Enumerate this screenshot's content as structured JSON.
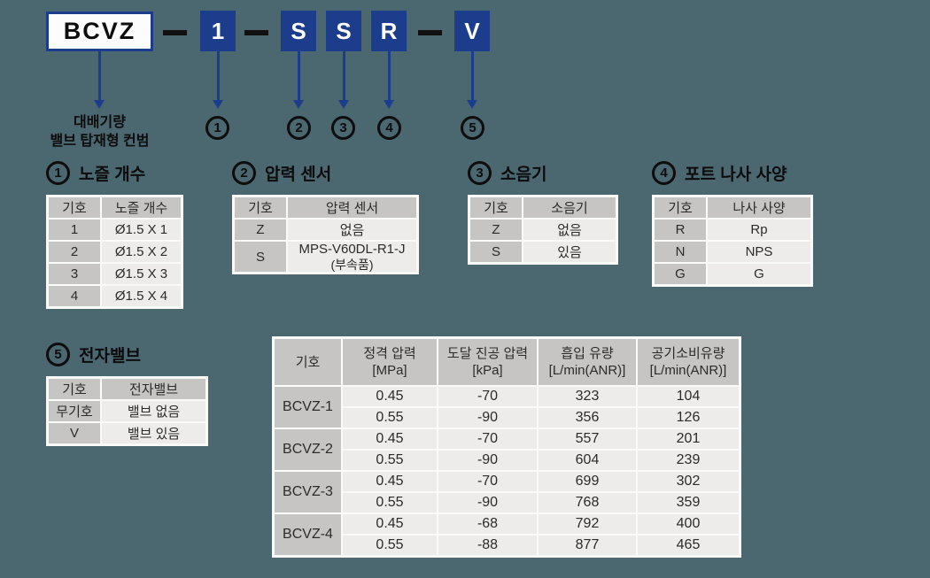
{
  "palette": {
    "background": "#4B6770",
    "navy": "#1C3D8C",
    "table_gray": "#C6C5C3",
    "table_light": "#EDECEA",
    "table_frame": "#FAFAF8"
  },
  "code_diagram": {
    "prefix_label": "BCVZ",
    "boxes": [
      "1",
      "S",
      "S",
      "R",
      "V"
    ],
    "callouts": [
      "1",
      "2",
      "3",
      "4",
      "5"
    ],
    "caption": {
      "line1": "대배기량",
      "line2": "밸브 탑재형 컨범"
    }
  },
  "sections": [
    {
      "num": "1",
      "title": "노즐 개수",
      "headers": [
        "기호",
        "노즐 개수"
      ],
      "rows": [
        [
          "1",
          "Ø1.5 X 1"
        ],
        [
          "2",
          "Ø1.5 X 2"
        ],
        [
          "3",
          "Ø1.5 X 3"
        ],
        [
          "4",
          "Ø1.5 X 4"
        ]
      ]
    },
    {
      "num": "2",
      "title": "압력 센서",
      "headers": [
        "기호",
        "압력 센서"
      ],
      "rows": [
        [
          "Z",
          "없음"
        ],
        [
          "S",
          "MPS-V60DL-R1-J",
          "(부속품)"
        ]
      ]
    },
    {
      "num": "3",
      "title": "소음기",
      "headers": [
        "기호",
        "소음기"
      ],
      "rows": [
        [
          "Z",
          "없음"
        ],
        [
          "S",
          "있음"
        ]
      ]
    },
    {
      "num": "4",
      "title": "포트 나사 사양",
      "headers": [
        "기호",
        "나사 사양"
      ],
      "rows": [
        [
          "R",
          "Rp"
        ],
        [
          "N",
          "NPS"
        ],
        [
          "G",
          "G"
        ]
      ]
    },
    {
      "num": "5",
      "title": "전자밸브",
      "headers": [
        "기호",
        "전자밸브"
      ],
      "rows": [
        [
          "무기호",
          "밸브 없음"
        ],
        [
          "V",
          "밸브 있음"
        ]
      ]
    }
  ],
  "spec_table": {
    "headers": [
      {
        "line1": "기호",
        "line2": ""
      },
      {
        "line1": "정격 압력",
        "line2": "[MPa]"
      },
      {
        "line1": "도달 진공 압력",
        "line2": "[kPa]"
      },
      {
        "line1": "흡입 유량",
        "line2": "[L/min(ANR)]"
      },
      {
        "line1": "공기소비유량",
        "line2": "[L/min(ANR)]"
      }
    ],
    "groups": [
      {
        "model": "BCVZ-1",
        "rows": [
          [
            "0.45",
            "-70",
            "323",
            "104"
          ],
          [
            "0.55",
            "-90",
            "356",
            "126"
          ]
        ]
      },
      {
        "model": "BCVZ-2",
        "rows": [
          [
            "0.45",
            "-70",
            "557",
            "201"
          ],
          [
            "0.55",
            "-90",
            "604",
            "239"
          ]
        ]
      },
      {
        "model": "BCVZ-3",
        "rows": [
          [
            "0.45",
            "-70",
            "699",
            "302"
          ],
          [
            "0.55",
            "-90",
            "768",
            "359"
          ]
        ]
      },
      {
        "model": "BCVZ-4",
        "rows": [
          [
            "0.45",
            "-68",
            "792",
            "400"
          ],
          [
            "0.55",
            "-88",
            "877",
            "465"
          ]
        ]
      }
    ]
  }
}
